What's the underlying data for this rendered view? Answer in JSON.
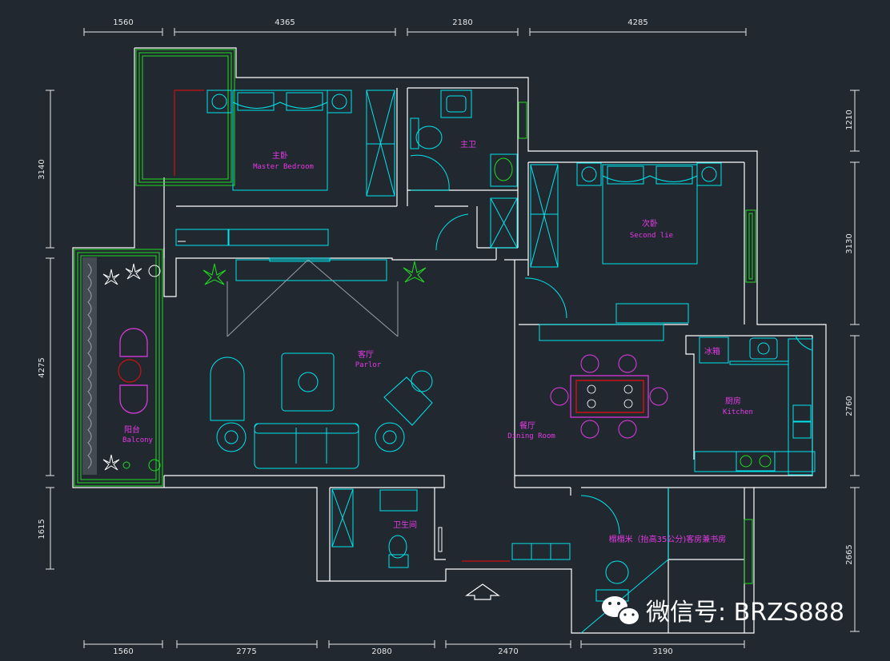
{
  "plan": {
    "colors": {
      "background": "#212830",
      "wall": "#ffffff",
      "furniture": "#00e5ee",
      "label": "#e53ae5",
      "plant": "#22dd22",
      "door_accent": "#cc1111",
      "dimension": "#e6e6e6"
    },
    "dimensions": {
      "top": [
        "1560",
        "4365",
        "2180",
        "4285"
      ],
      "bottom": [
        "1560",
        "2775",
        "2080",
        "2470",
        "3190"
      ],
      "left": [
        "3140",
        "4275",
        "1615"
      ],
      "right": [
        "1210",
        "3130",
        "2760",
        "2665"
      ]
    },
    "rooms": [
      {
        "zh": "主卧",
        "en": "Master Bedroom"
      },
      {
        "zh": "主卫",
        "en": ""
      },
      {
        "zh": "次卧",
        "en": "Second lie"
      },
      {
        "zh": "客厅",
        "en": "Parlor"
      },
      {
        "zh": "阳台",
        "en": "Balcony"
      },
      {
        "zh": "餐厅",
        "en": "Dining Room"
      },
      {
        "zh": "厨房",
        "en": "Kitchen"
      },
      {
        "zh": "卫生间",
        "en": ""
      },
      {
        "zh": "榻榻米（抬高35公分)客房兼书房",
        "en": ""
      }
    ],
    "fridge_label": "冰箱",
    "watermark": "微信号: BRZS888",
    "watermark_icon": "wechat-icon"
  }
}
